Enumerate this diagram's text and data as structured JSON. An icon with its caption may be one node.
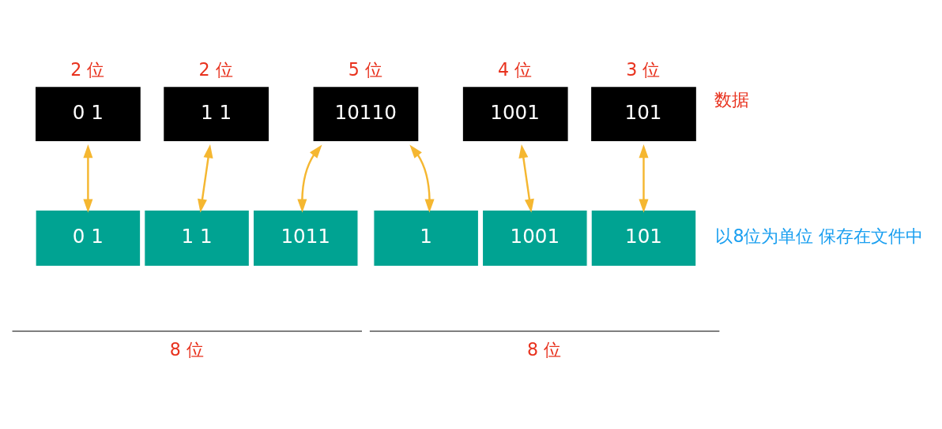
{
  "diagram": {
    "nodes": [
      {
        "text": [
          "0 1"
        ],
        "beside": [
          "2 位"
        ]
      },
      {
        "text": [
          "1 1"
        ],
        "beside": [
          "2 位"
        ]
      },
      {
        "text": [
          "10110"
        ],
        "beside": [
          "5 位"
        ]
      },
      {
        "text": [
          "1001"
        ],
        "beside": [
          "4 位"
        ]
      },
      {
        "text": [
          "101"
        ],
        "beside": [
          "3 位"
        ]
      },
      {
        "text": [
          "0 1"
        ]
      },
      {
        "text": [
          "1 1"
        ]
      },
      {
        "text": [
          "1011"
        ]
      },
      {
        "text": [
          "1"
        ]
      },
      {
        "text": [
          "1001"
        ]
      },
      {
        "text": [
          "101"
        ]
      }
    ],
    "edges": [
      {
        "from": 0,
        "to": 5,
        "arrow": "both",
        "color": "#f5b731"
      },
      {
        "from": 1,
        "to": 6,
        "arrow": "both",
        "color": "#f5b731"
      },
      {
        "from": 2,
        "to": 7,
        "arrow": "both",
        "color": "#f5b731"
      },
      {
        "from": 2,
        "to": 8,
        "arrow": "both",
        "color": "#f5b731"
      },
      {
        "from": 3,
        "to": 9,
        "arrow": "both",
        "color": "#f5b731"
      },
      {
        "from": 4,
        "to": 10,
        "arrow": "both",
        "color": "#f5b731"
      }
    ],
    "labels": [
      "数据",
      "以8位为单位 保存在文件中",
      "8 位",
      "8 位"
    ]
  }
}
